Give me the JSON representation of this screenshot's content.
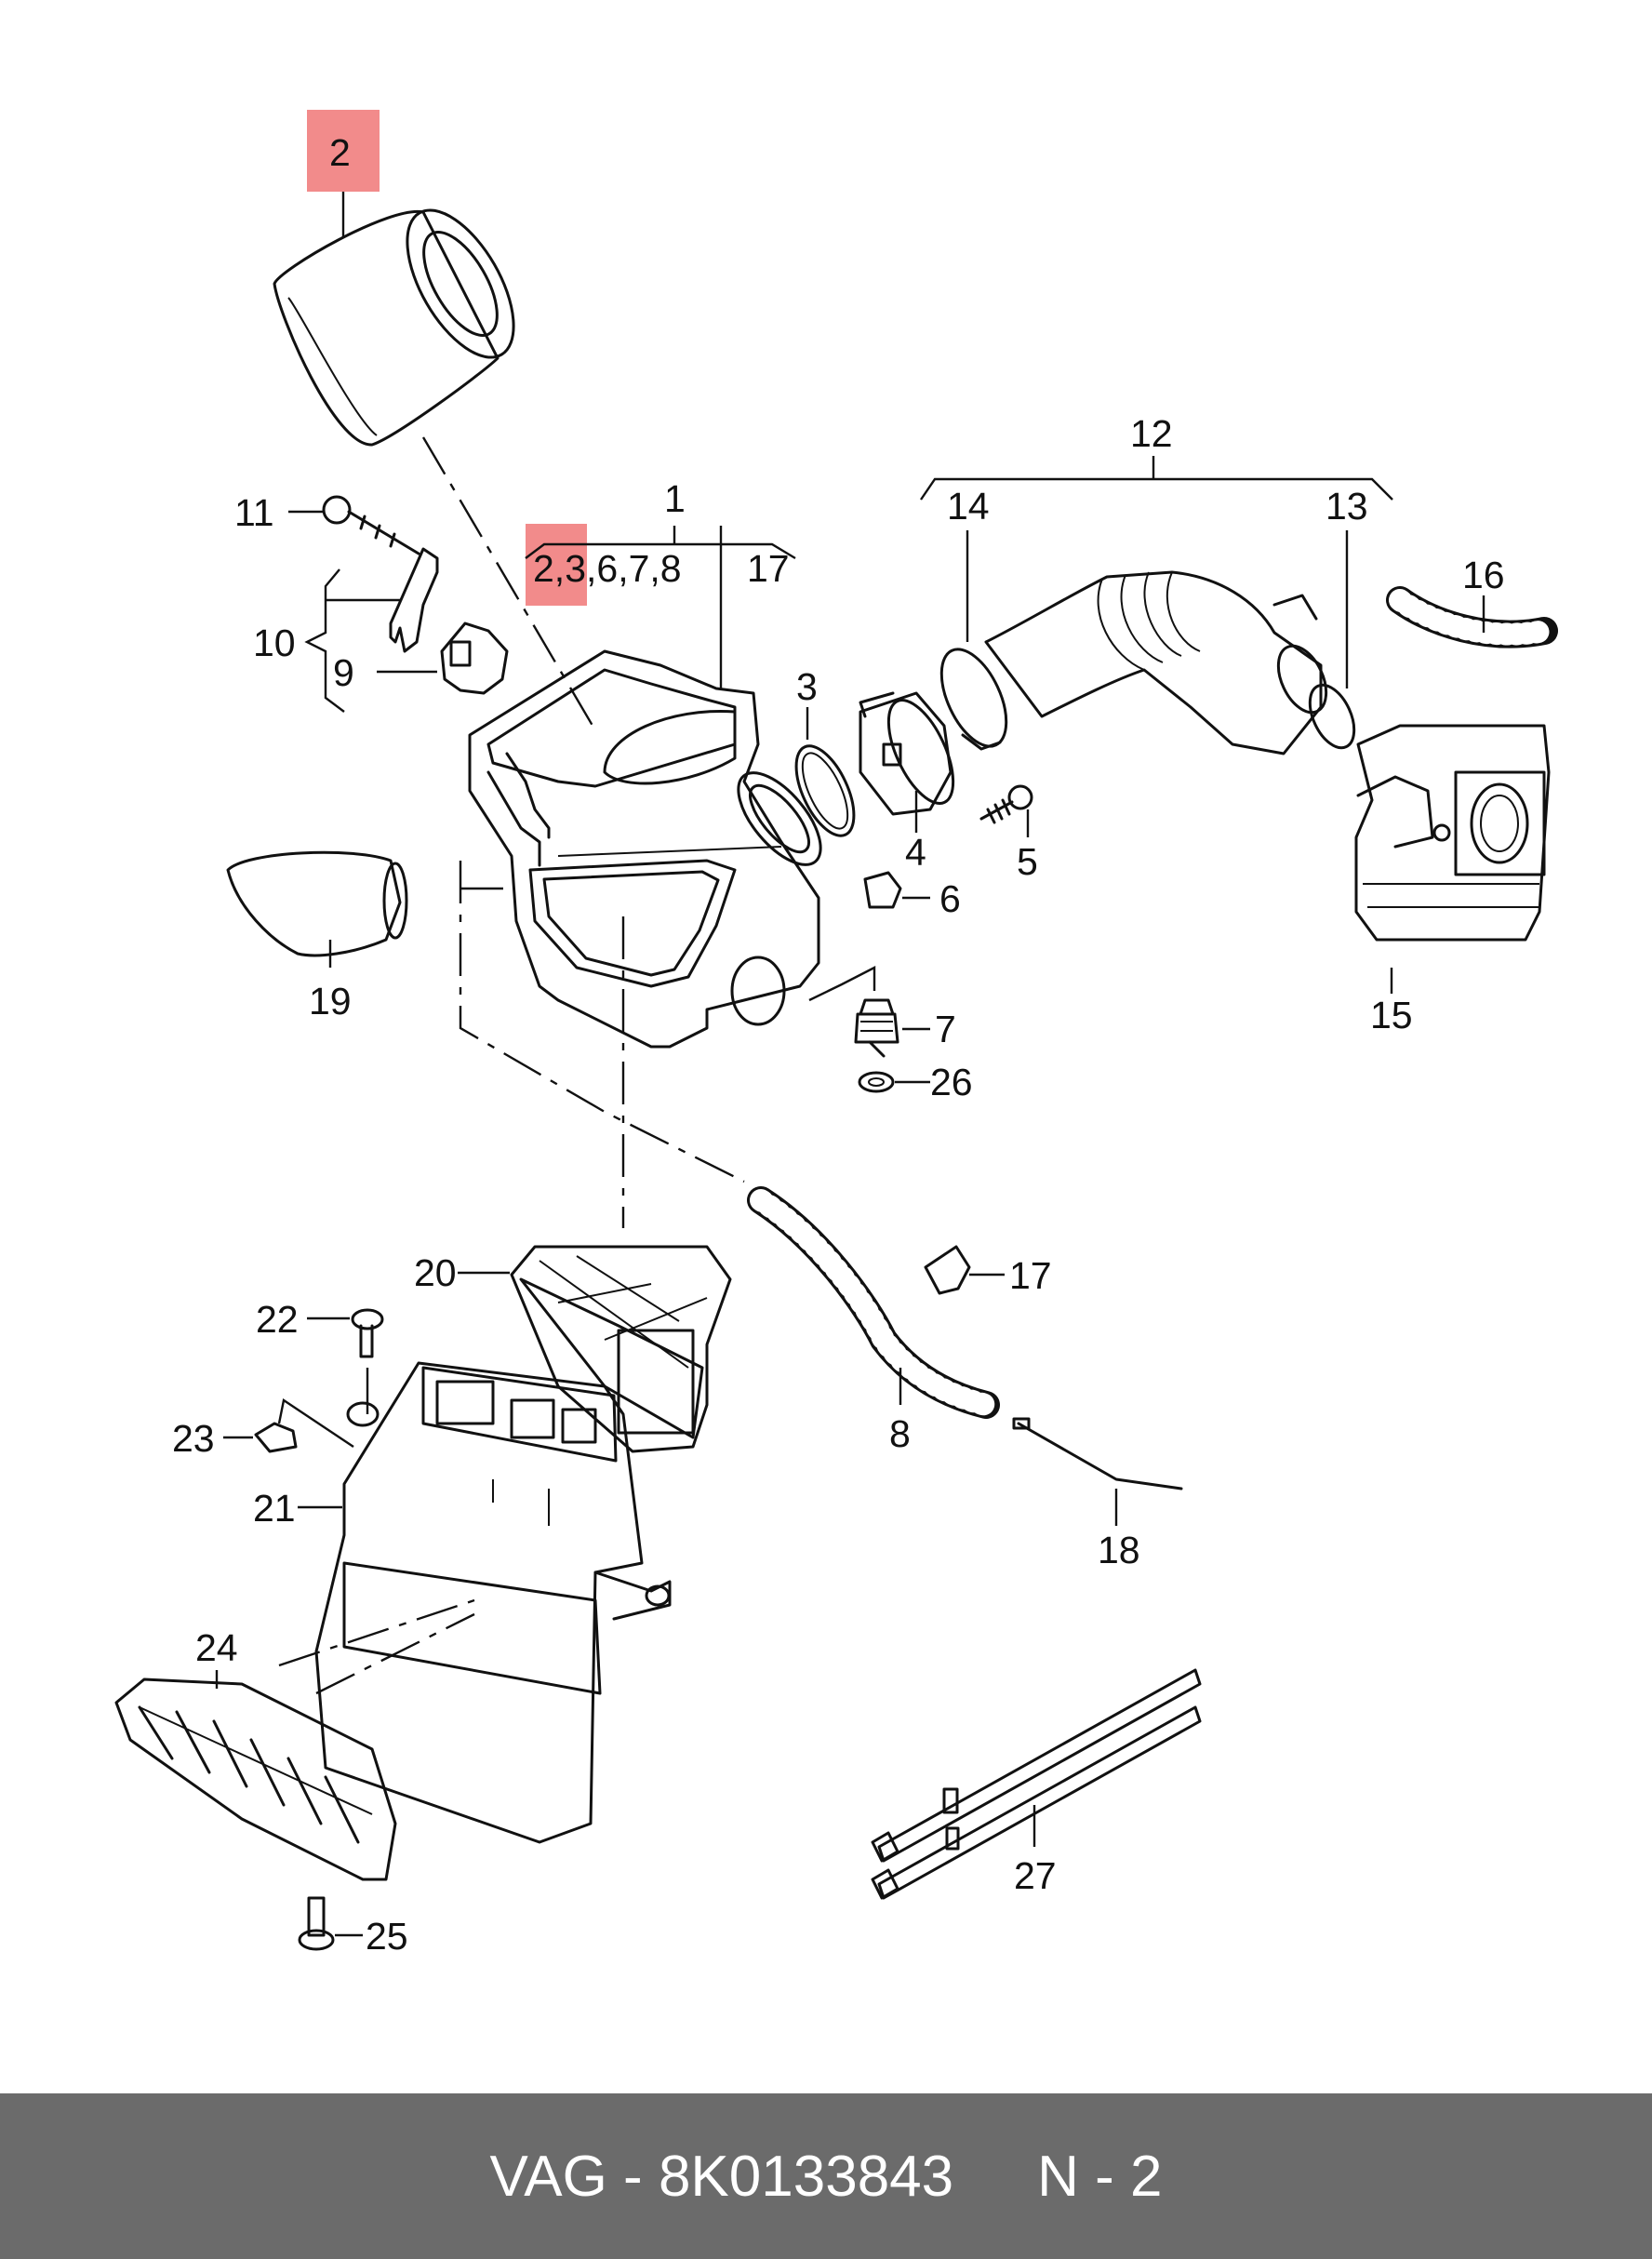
{
  "diagram": {
    "labels": {
      "p1": "1",
      "p1_group_a": "2,3,6,7,8",
      "p1_group_b": "17",
      "p2": "2",
      "p3": "3",
      "p4": "4",
      "p5": "5",
      "p6": "6",
      "p7": "7",
      "p8": "8",
      "p9": "9",
      "p10": "10",
      "p11": "11",
      "p12": "12",
      "p13": "13",
      "p14": "14",
      "p15": "15",
      "p16": "16",
      "p17": "17",
      "p18": "18",
      "p19": "19",
      "p20": "20",
      "p21": "21",
      "p22": "22",
      "p23": "23",
      "p24": "24",
      "p25": "25",
      "p26": "26",
      "p27": "27"
    },
    "highlight_color": "#f28b8b"
  },
  "footer": {
    "brand": "VAG",
    "separator": "-",
    "part_number": "8K0133843",
    "position_label": "N - 2"
  }
}
